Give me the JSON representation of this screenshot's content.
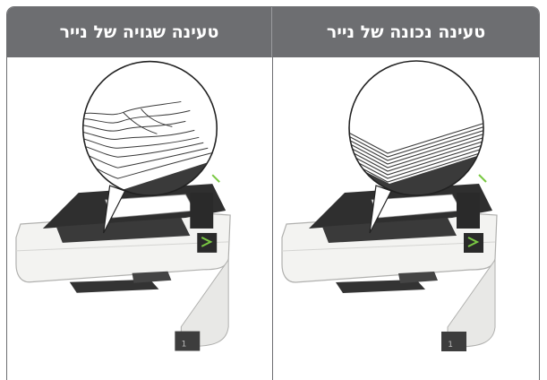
{
  "columns": [
    {
      "key": "correct",
      "header": "טעינה נכונה של נייר",
      "stack": "aligned",
      "tray_number": "1"
    },
    {
      "key": "incorrect",
      "header": "טעינה שגויה של נייר",
      "stack": "fanned",
      "tray_number": "1"
    }
  ],
  "colors": {
    "header_bg": "#6d6e71",
    "header_text": "#ffffff",
    "border": "#6d6e71",
    "paper_stack": "#3a3a3a",
    "tray_body": "#e8e8e6"
  }
}
